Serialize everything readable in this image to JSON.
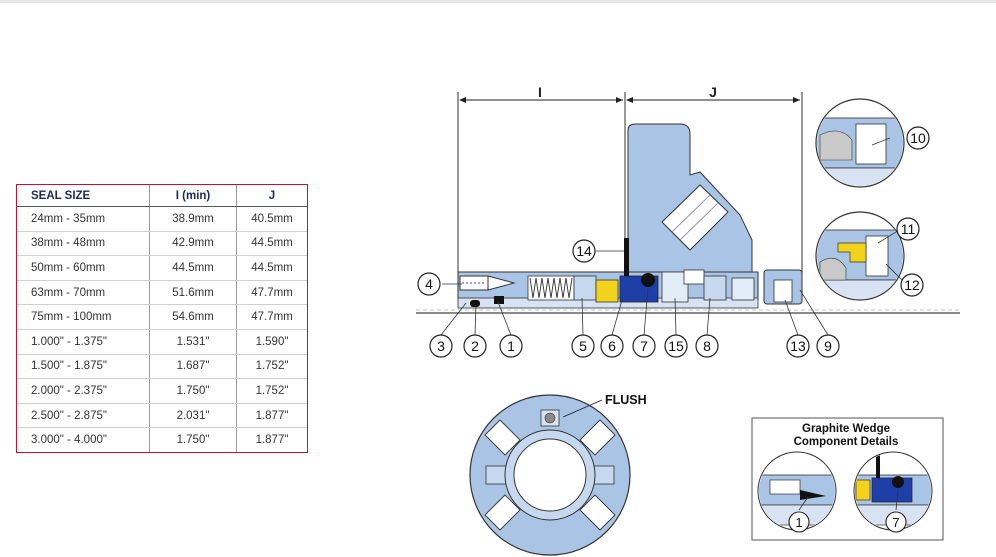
{
  "table": {
    "headers": [
      "SEAL SIZE",
      "I (min)",
      "J"
    ],
    "rows": [
      [
        "24mm - 35mm",
        "38.9mm",
        "40.5mm"
      ],
      [
        "38mm - 48mm",
        "42.9mm",
        "44.5mm"
      ],
      [
        "50mm - 60mm",
        "44.5mm",
        "44.5mm"
      ],
      [
        "63mm - 70mm",
        "51.6mm",
        "47.7mm"
      ],
      [
        "75mm - 100mm",
        "54.6mm",
        "47.7mm"
      ],
      [
        "1.000\" - 1.375\"",
        "1.531\"",
        "1.590\""
      ],
      [
        "1.500\" - 1.875\"",
        "1.687\"",
        "1.752\""
      ],
      [
        "2.000\" - 2.375\"",
        "1.750\"",
        "1.752\""
      ],
      [
        "2.500\" - 2.875\"",
        "2.031\"",
        "1.877\""
      ],
      [
        "3.000\" - 4.000\"",
        "1.750\"",
        "1.877\""
      ]
    ]
  },
  "diagram": {
    "dim_i": "I",
    "dim_j": "J",
    "callouts_bottom": [
      "3",
      "2",
      "1",
      "5",
      "6",
      "7",
      "15",
      "8",
      "13",
      "9"
    ],
    "callout_left": "4",
    "callout_14": "14",
    "callouts_detail": [
      "10",
      "11",
      "12"
    ],
    "flush_label": "FLUSH",
    "inset_title_line1": "Graphite Wedge",
    "inset_title_line2": "Component Details",
    "inset_callouts": [
      "1",
      "7"
    ]
  },
  "colors": {
    "accent_red": "#c8102e",
    "header_navy": "#1a2a5e",
    "part_blue": "#a9c4e4",
    "seal_blue": "#1f3fa8",
    "seal_yellow": "#f2d21a"
  }
}
